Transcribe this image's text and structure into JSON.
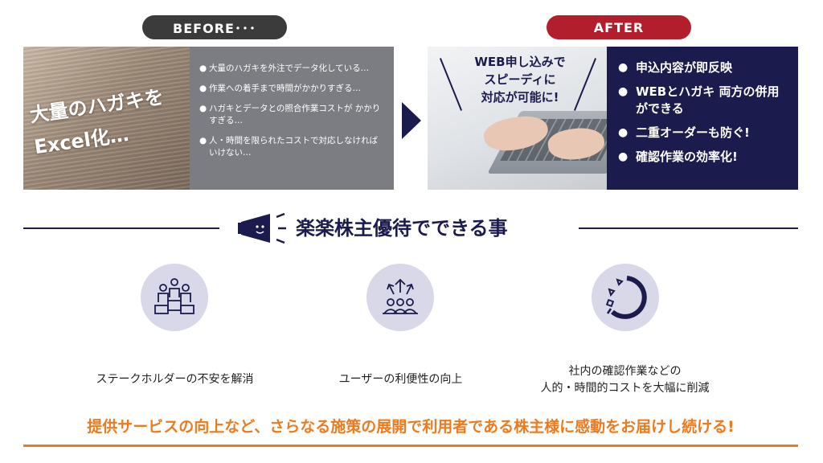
{
  "before": {
    "label": "BEFORE･･･",
    "photo_caption_line1": "大量のハガキを",
    "photo_caption_line2": "Excel化…",
    "bullet": "●",
    "items": [
      "大量のハガキを外注でデータ化している…",
      "作業への着手まで時間がかかりすぎる…",
      "ハガキとデータとの照合作業コストが かかりすぎる…",
      "人・時間を限られたコストで対応しなければ いけない…"
    ]
  },
  "after": {
    "label": "AFTER",
    "photo_caption": [
      "WEB申し込みで",
      "スピーディに",
      "対応が可能に!"
    ],
    "bullet": "●",
    "items": [
      "申込内容が即反映",
      "WEBとハガキ 両方の併用ができる",
      "二重オーダーも防ぐ!",
      "確認作業の効率化!"
    ]
  },
  "section": {
    "title": "楽楽株主優待でできる事",
    "icon": "megaphone-icon"
  },
  "features": [
    {
      "icon": "stakeholders-icon",
      "label": "ステークホルダーの不安を解消"
    },
    {
      "icon": "user-growth-icon",
      "label": "ユーザーの利便性の向上"
    },
    {
      "icon": "progress-ring-icon",
      "label_line1": "社内の確認作業などの",
      "label_line2": "人的・時間的コストを大幅に削減"
    }
  ],
  "footer": {
    "text": "提供サービスの向上など、さらなる施策の展開で利用者である株主様に感動をお届けし続ける!"
  },
  "colors": {
    "navy": "#1c1b4e",
    "before_pill": "#3b3b3b",
    "after_pill": "#b21e2b",
    "accent_orange": "#ee7a1e",
    "icon_circle": "#d8d8e8"
  }
}
